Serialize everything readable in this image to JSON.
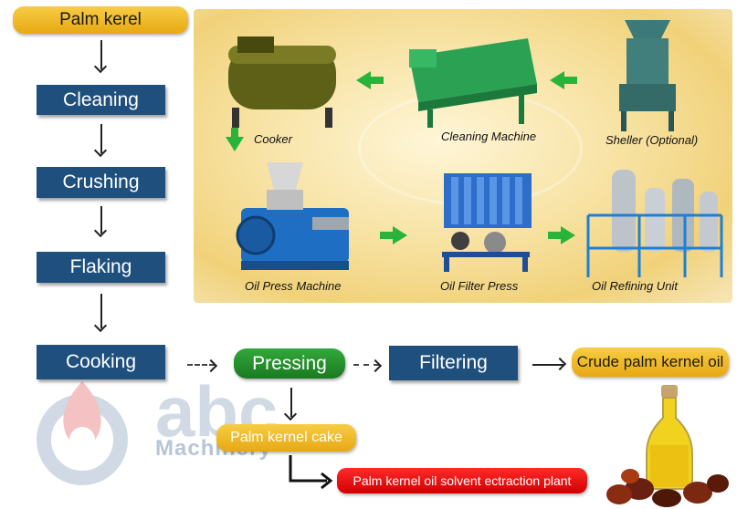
{
  "flow": {
    "palm_kernel": "Palm kerel",
    "cleaning": "Cleaning",
    "crushing": "Crushing",
    "flaking": "Flaking",
    "cooking": "Cooking",
    "pressing": "Pressing",
    "filtering": "Filtering",
    "crude_oil": "Crude palm kernel oil",
    "cake": "Palm kernel cake",
    "solvent": "Palm kernel oil solvent ectraction plant"
  },
  "machines": {
    "cooker": "Cooker",
    "cleaning_machine": "Cleaning Machine",
    "sheller": "Sheller (Optional)",
    "oil_press": "Oil Press Machine",
    "filter_press": "Oil Filter Press",
    "refining": "Oil Refining Unit"
  },
  "logo": {
    "text": "Machinery"
  },
  "colors": {
    "step_box": "#1f4f7c",
    "start_end": "#f0b827",
    "pressing": "#249a2d",
    "solvent": "#ee0b0b",
    "machine_arrow": "#28b43a"
  }
}
